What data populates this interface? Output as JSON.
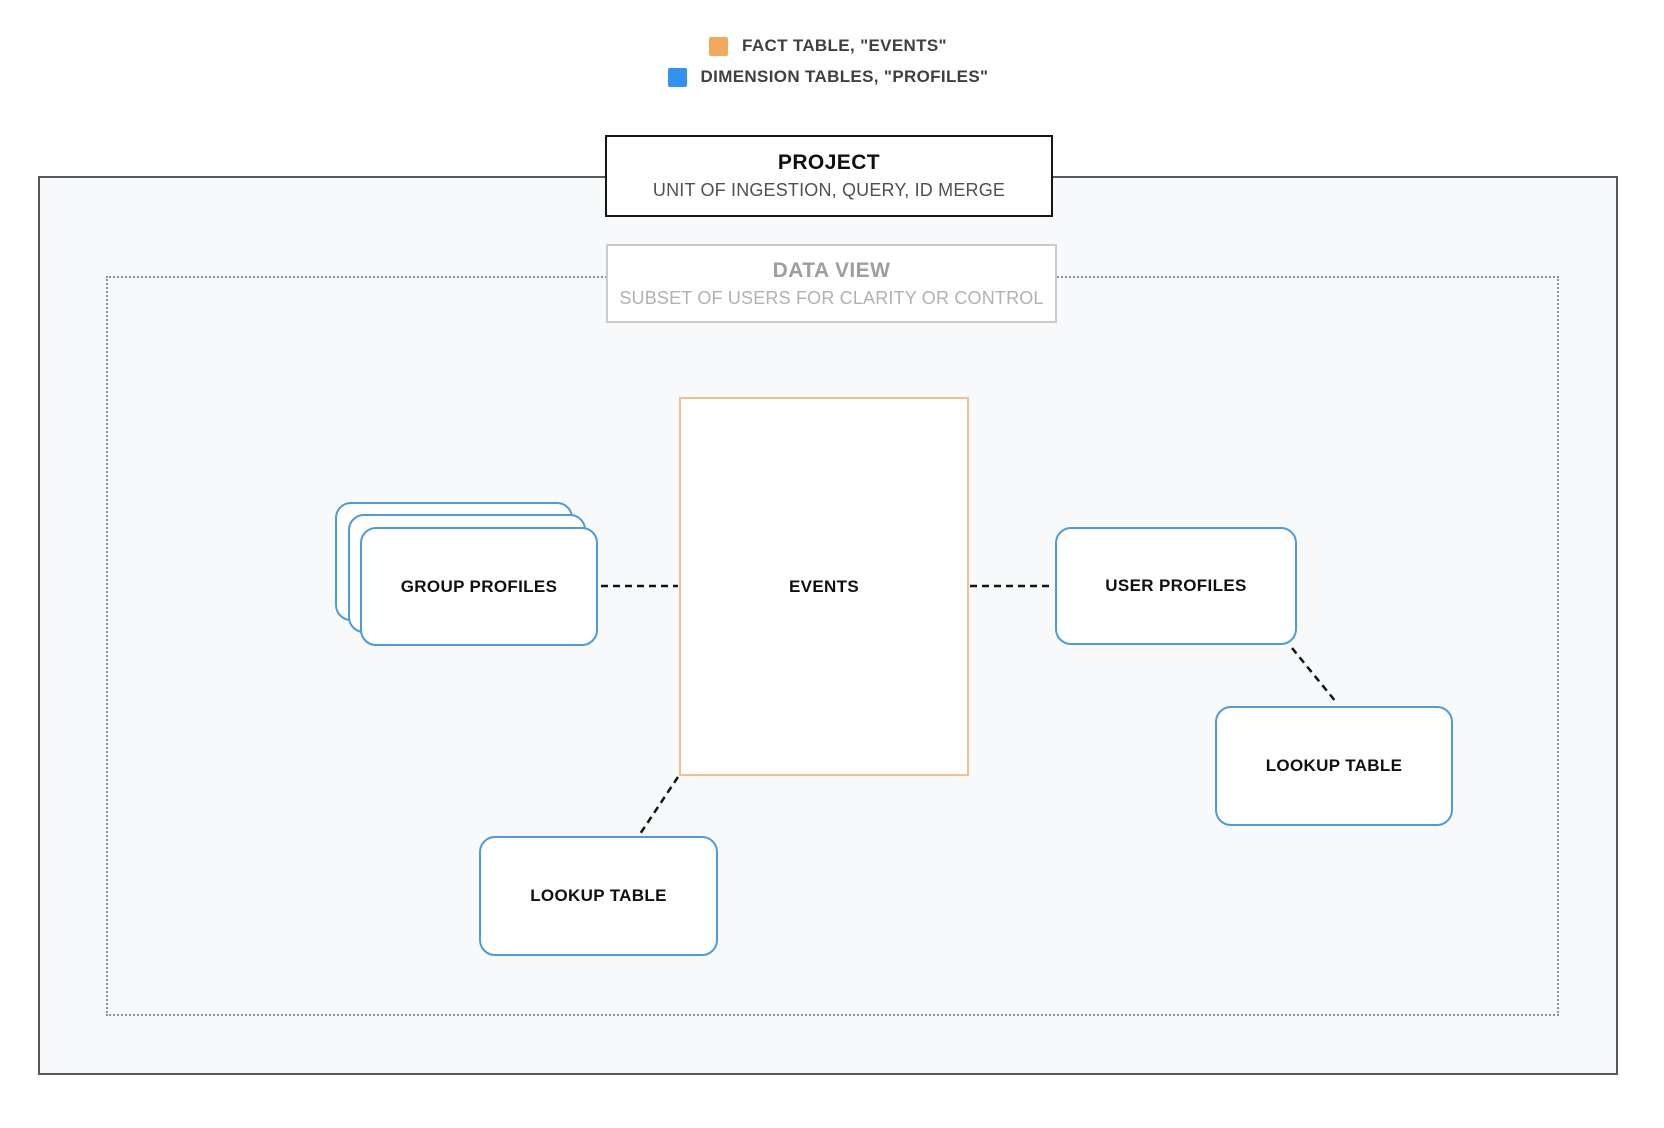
{
  "colors": {
    "fact": "#F2A95C",
    "dimension": "#3193EF",
    "node_border_blue": "#4E9BD8",
    "node_border_orange": "#EDC28A",
    "connector": "#141414"
  },
  "legend": {
    "items": [
      {
        "label": "FACT TABLE, \"EVENTS\"",
        "color_key": "fact"
      },
      {
        "label": "DIMENSION TABLES, \"PROFILES\"",
        "color_key": "dimension"
      }
    ]
  },
  "project": {
    "title": "PROJECT",
    "subtitle": "UNIT OF INGESTION, QUERY, ID MERGE"
  },
  "data_view": {
    "title": "DATA VIEW",
    "subtitle": "SUBSET OF USERS FOR CLARITY OR CONTROL"
  },
  "nodes": {
    "group_profiles": {
      "label": "GROUP PROFILES"
    },
    "events": {
      "label": "EVENTS"
    },
    "user_profiles": {
      "label": "USER PROFILES"
    },
    "lookup_table_left": {
      "label": "LOOKUP TABLE"
    },
    "lookup_table_right": {
      "label": "LOOKUP TABLE"
    }
  }
}
